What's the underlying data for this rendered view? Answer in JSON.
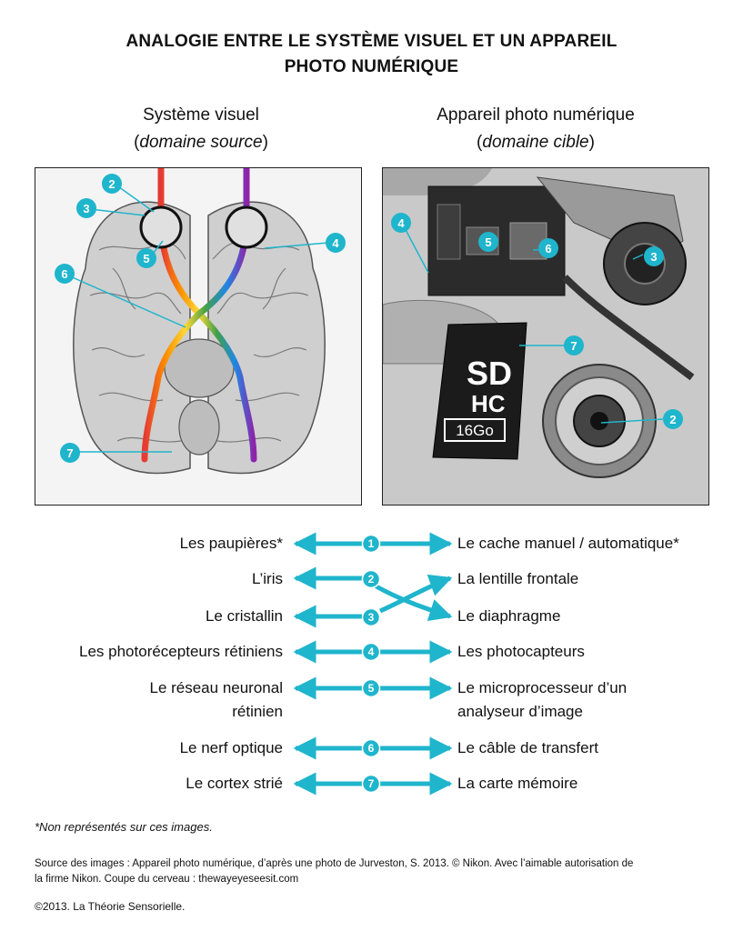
{
  "title_line1": "ANALOGIE ENTRE LE SYSTÈME VISUEL ET UN APPAREIL",
  "title_line2": "PHOTO NUMÉRIQUE",
  "left_column": {
    "heading": "Système visuel",
    "subheading": "domaine source"
  },
  "right_column": {
    "heading": "Appareil photo numérique",
    "subheading": "domaine cible"
  },
  "brain_markers": [
    "2",
    "3",
    "4",
    "5",
    "6",
    "7"
  ],
  "camera_markers": [
    "4",
    "5",
    "6",
    "3",
    "7",
    "2"
  ],
  "sd_card": {
    "logo": "SD",
    "logo2": "HC",
    "capacity": "16Go"
  },
  "colors": {
    "accent": "#1fb5cc",
    "text": "#111111"
  },
  "rows": [
    {
      "num": "1",
      "left": "Les paupières*",
      "right": "Le cache manuel / automatique*"
    },
    {
      "num": "2",
      "left": "L’iris",
      "right": "La lentille frontale"
    },
    {
      "num": "3",
      "left": "Le cristallin",
      "right": "Le diaphragme"
    },
    {
      "num": "4",
      "left": "Les photorécepteurs rétiniens",
      "right": "Les photocapteurs"
    },
    {
      "num": "5",
      "left_line1": "Le réseau neuronal",
      "left_line2": "rétinien",
      "right_line1": "Le microprocesseur d’un",
      "right_line2": "analyseur d’image"
    },
    {
      "num": "6",
      "left": "Le nerf optique",
      "right": "Le câble de transfert"
    },
    {
      "num": "7",
      "left": "Le cortex strié",
      "right": "La carte mémoire"
    }
  ],
  "footnote": "*Non représentés sur ces images.",
  "source_line1": "Source des images : Appareil photo numérique, d’après une photo de Jurveston, S. 2013. © Nikon. Avec l’aimable autorisation de",
  "source_line2": "la firme Nikon. Coupe du cerveau : thewayeyeseesit.com",
  "copyright": "©2013. La Théorie Sensorielle."
}
